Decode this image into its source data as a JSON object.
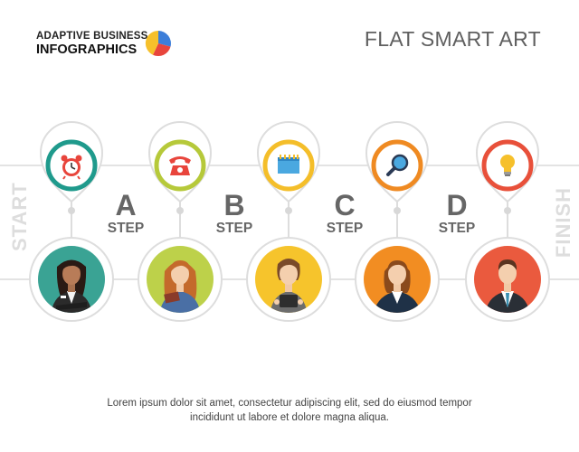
{
  "header": {
    "logo_line1": "ADAPTIVE BUSINESS",
    "logo_line2": "INFOGRAPHICS",
    "title": "FLAT SMART ART"
  },
  "brand_colors": {
    "blue": "#3c7ed9",
    "yellow": "#f6c02b",
    "red": "#e8453c"
  },
  "side_labels": {
    "start": "START",
    "finish": "FINISH"
  },
  "steps": [
    {
      "letter": "A",
      "word": "STEP"
    },
    {
      "letter": "B",
      "word": "STEP"
    },
    {
      "letter": "C",
      "word": "STEP"
    },
    {
      "letter": "D",
      "word": "STEP"
    }
  ],
  "milestones": [
    {
      "icon": "alarm-clock-icon",
      "ring_color": "#1f9a8c",
      "person": "businesswoman-arms-crossed",
      "person_bg": "#3aa394"
    },
    {
      "icon": "telephone-icon",
      "ring_color": "#b6c93a",
      "person": "woman-with-notebook",
      "person_bg": "#bdd14a"
    },
    {
      "icon": "notepad-icon",
      "ring_color": "#f4be2a",
      "person": "woman-with-tablet",
      "person_bg": "#f6c42c"
    },
    {
      "icon": "magnifier-icon",
      "ring_color": "#ef8a22",
      "person": "businesswoman-hands-on-hips",
      "person_bg": "#f28d22"
    },
    {
      "icon": "light-bulb-icon",
      "ring_color": "#e8503a",
      "person": "businessman-in-suit",
      "person_bg": "#ea5a3e"
    }
  ],
  "caption": {
    "line1": "Lorem ipsum dolor sit amet, consectetur adipiscing elit, sed do eiusmod tempor",
    "line2": "incididunt ut labore et dolore magna aliqua."
  }
}
